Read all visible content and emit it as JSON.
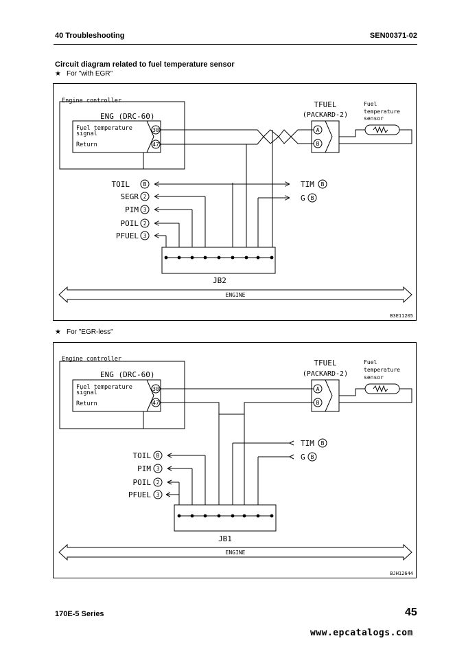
{
  "header": {
    "section": "40 Troubleshooting",
    "doc_code": "SEN00371-02"
  },
  "title": "Circuit diagram related to fuel temperature sensor",
  "diagrams": [
    {
      "caption_star": "★",
      "caption": "For \"with EGR\"",
      "controller_box": "Engine controller",
      "connector": "ENG (DRC-60)",
      "signal_line1": "Fuel temperature",
      "signal_line2": "signal",
      "return": "Return",
      "pin_a": "30",
      "pin_b": "47",
      "sensor_conn": "TFUEL",
      "sensor_conn2": "(PACKARD-2)",
      "sensor_pin_a": "A",
      "sensor_pin_b": "B",
      "sensor_l1": "Fuel",
      "sensor_l2": "temperature",
      "sensor_l3": "sensor",
      "left_connectors": [
        {
          "name": "TOIL",
          "pin": "B"
        },
        {
          "name": "SEGR",
          "pin": "2"
        },
        {
          "name": "PIM",
          "pin": "3"
        },
        {
          "name": "POIL",
          "pin": "2"
        },
        {
          "name": "PFUEL",
          "pin": "3"
        }
      ],
      "right_connectors": [
        {
          "name": "TIM",
          "pin": "B"
        },
        {
          "name": "G",
          "pin": "B"
        }
      ],
      "junction": "JB2",
      "harness": "ENGINE",
      "figure_code": "B3E11205"
    },
    {
      "caption_star": "★",
      "caption": "For \"EGR-less\"",
      "controller_box": "Engine controller",
      "connector": "ENG (DRC-60)",
      "signal_line1": "Fuel temperature",
      "signal_line2": "signal",
      "return": "Return",
      "pin_a": "30",
      "pin_b": "47",
      "sensor_conn": "TFUEL",
      "sensor_conn2": "(PACKARD-2)",
      "sensor_pin_a": "A",
      "sensor_pin_b": "B",
      "sensor_l1": "Fuel",
      "sensor_l2": "temperature",
      "sensor_l3": "sensor",
      "left_connectors": [
        {
          "name": "TOIL",
          "pin": "B"
        },
        {
          "name": "PIM",
          "pin": "3"
        },
        {
          "name": "POIL",
          "pin": "2"
        },
        {
          "name": "PFUEL",
          "pin": "3"
        }
      ],
      "right_connectors": [
        {
          "name": "TIM",
          "pin": "B"
        },
        {
          "name": "G",
          "pin": "B"
        }
      ],
      "junction": "JB1",
      "harness": "ENGINE",
      "figure_code": "BJH12644"
    }
  ],
  "footer": {
    "series": "170E-5 Series",
    "page": "45",
    "site": "www.epcatalogs.com"
  }
}
